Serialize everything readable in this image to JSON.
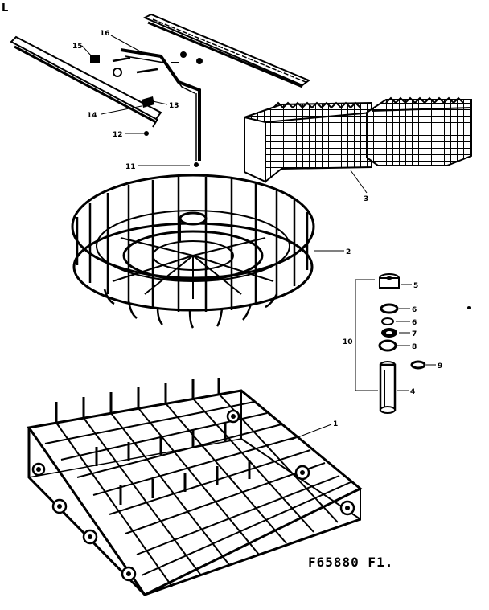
{
  "diagram": {
    "corner_mark": "L",
    "figure_code": "F65880 F1.",
    "labels": {
      "upper_rack": "1",
      "lower_basket": "2",
      "cutlery_basket": "3",
      "shaft": "4",
      "bearing": "5",
      "washer_a": "6",
      "washer_b": "7",
      "ring": "8",
      "cap": "9",
      "kit_assembly": "10",
      "clip": "11",
      "screw": "12",
      "nut": "13",
      "rail_left": "14",
      "knob": "15",
      "arm": "16"
    },
    "colors": {
      "ink": "#000000",
      "paper": "#ffffff"
    }
  }
}
